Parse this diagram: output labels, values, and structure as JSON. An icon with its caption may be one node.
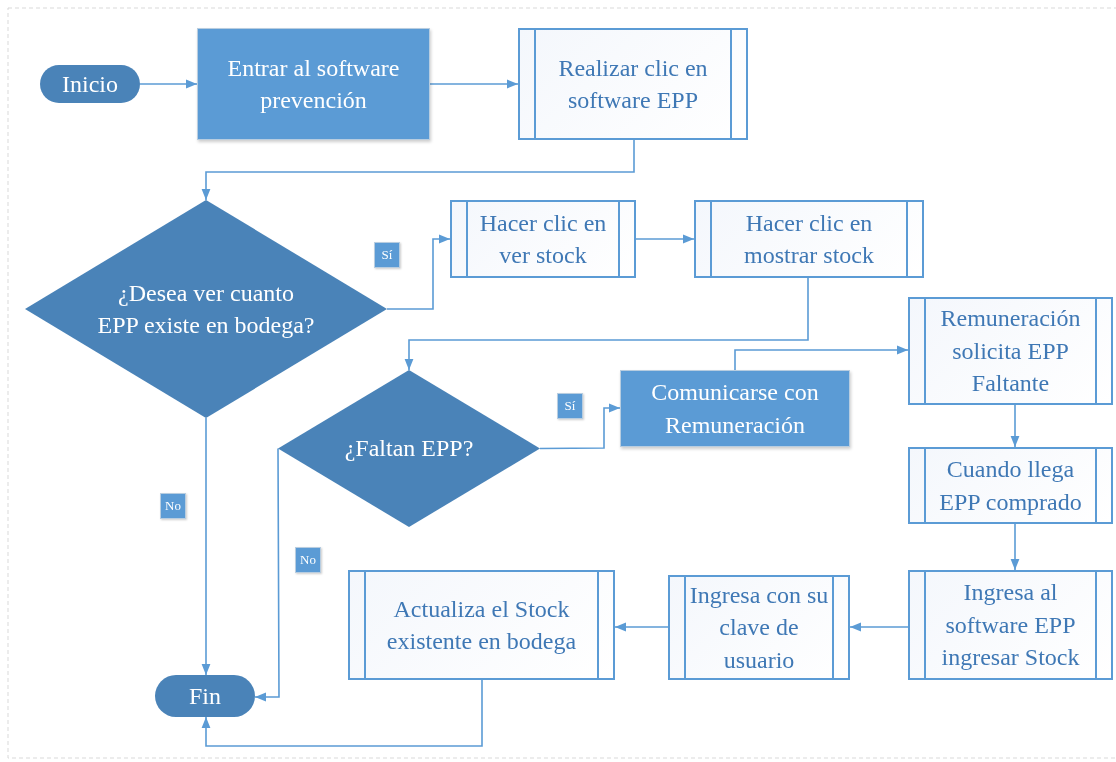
{
  "diagram": {
    "nodes": [
      {
        "text": [
          "Inicio"
        ]
      },
      {
        "text": [
          "Entrar al software prevención"
        ]
      },
      {
        "text": [
          "Realizar clic en software EPP"
        ]
      },
      {
        "text": [
          "¿Desea ver cuanto EPP existe en bodega?"
        ]
      },
      {
        "text": [
          "Hacer clic en ver stock"
        ]
      },
      {
        "text": [
          "Hacer clic en mostrar stock"
        ]
      },
      {
        "text": [
          "¿Faltan EPP?"
        ]
      },
      {
        "text": [
          "Comunicarse con Remuneración"
        ]
      },
      {
        "text": [
          "Remuneración solicita EPP Faltante"
        ]
      },
      {
        "text": [
          "Cuando llega EPP comprado"
        ]
      },
      {
        "text": [
          "Ingresa al software EPP ingresar Stock"
        ]
      },
      {
        "text": [
          "Ingresa con su clave de usuario"
        ]
      },
      {
        "text": [
          "Actualiza el Stock existente en bodega"
        ]
      },
      {
        "text": [
          "Fin"
        ]
      }
    ],
    "edges": [
      {
        "from": 0,
        "to": 1,
        "arrow": "to"
      },
      {
        "from": 1,
        "to": 2,
        "arrow": "to"
      },
      {
        "from": 2,
        "to": 3,
        "arrow": "to"
      },
      {
        "from": 3,
        "to": 4,
        "arrow": "to",
        "label": "Sí"
      },
      {
        "from": 4,
        "to": 5,
        "arrow": "to"
      },
      {
        "from": 5,
        "to": 6,
        "arrow": "to"
      },
      {
        "from": 6,
        "to": 7,
        "arrow": "to",
        "label": "Sí"
      },
      {
        "from": 7,
        "to": 8,
        "arrow": "to"
      },
      {
        "from": 8,
        "to": 9,
        "arrow": "to"
      },
      {
        "from": 9,
        "to": 10,
        "arrow": "to"
      },
      {
        "from": 10,
        "to": 11,
        "arrow": "to"
      },
      {
        "from": 11,
        "to": 12,
        "arrow": "to"
      },
      {
        "from": 3,
        "to": 13,
        "arrow": "to",
        "label": "No"
      },
      {
        "from": 6,
        "to": 13,
        "arrow": "to",
        "label": "No"
      },
      {
        "from": 12,
        "to": 13,
        "arrow": "to"
      }
    ]
  }
}
